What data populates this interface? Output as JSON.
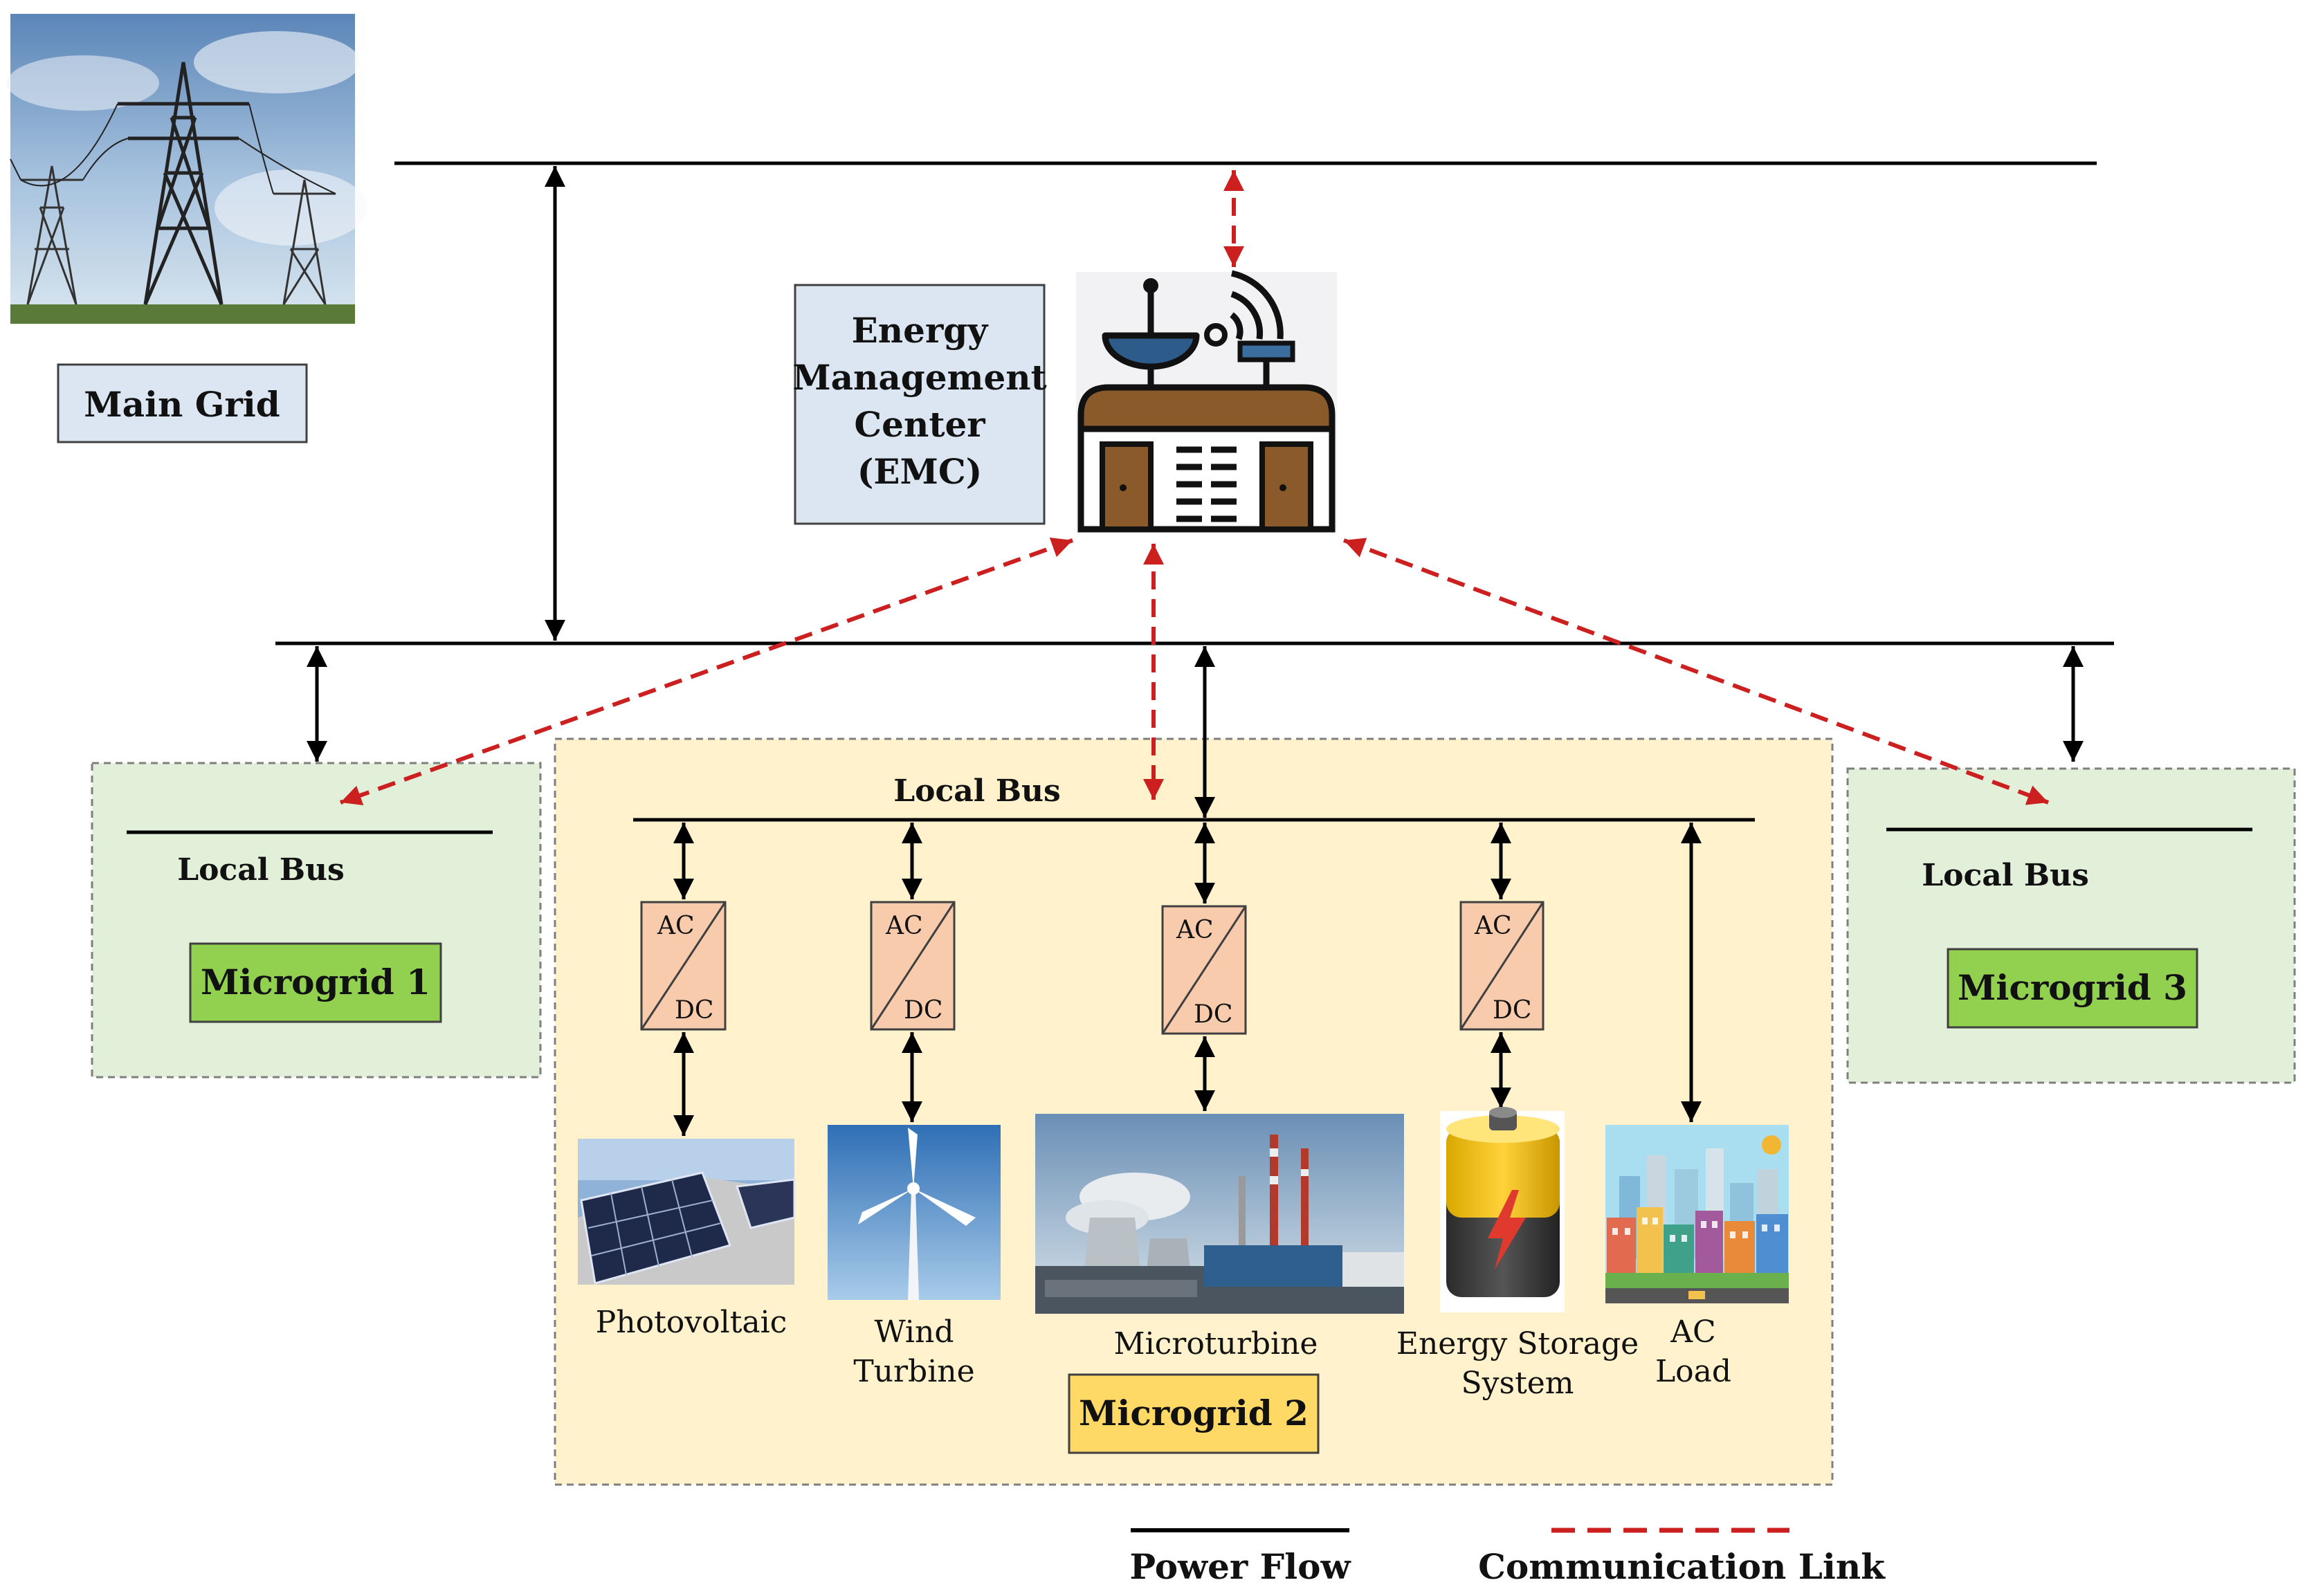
{
  "main_grid": {
    "label": "Main Grid"
  },
  "emc": {
    "lines": [
      "Energy",
      "Management",
      "Center",
      "(EMC)"
    ]
  },
  "microgrid1": {
    "bus_label": "Local Bus",
    "label": "Microgrid 1"
  },
  "microgrid2": {
    "bus_label": "Local Bus",
    "label": "Microgrid 2",
    "converter_ac": "AC",
    "converter_dc": "DC",
    "components": {
      "pv": [
        "Photovoltaic"
      ],
      "wind": [
        "Wind",
        "Turbine"
      ],
      "micro": [
        "Microturbine"
      ],
      "ess": [
        "Energy Storage",
        "System"
      ],
      "load": [
        "AC",
        "Load"
      ]
    }
  },
  "microgrid3": {
    "bus_label": "Local Bus",
    "label": "Microgrid 3"
  },
  "legend": {
    "power": "Power Flow",
    "comm": "Communication Link"
  },
  "colors": {
    "power": "#000000",
    "comm": "#cc1f1f",
    "emc_box": "#dce6f2",
    "main_grid_box": "#dce6f2",
    "mg_side_bg": "#e2efd9",
    "mg_side_label": "#92d050",
    "mg2_bg": "#fff2cc",
    "mg2_label": "#ffd966",
    "converter": "#f8cbad"
  }
}
